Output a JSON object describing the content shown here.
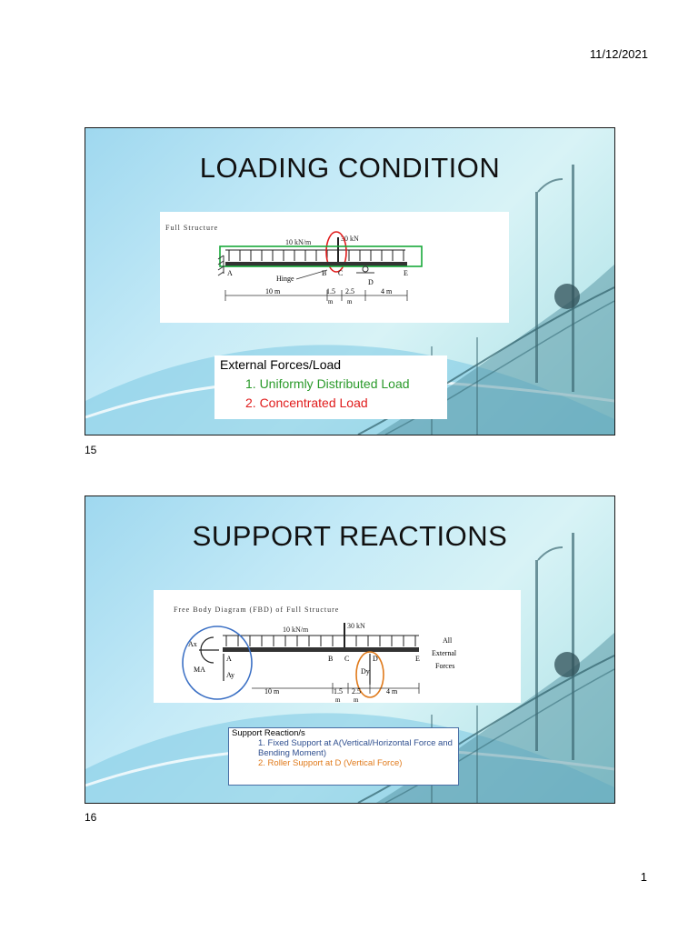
{
  "page": {
    "date": "11/12/2021",
    "number": "1"
  },
  "slides": [
    {
      "number": "15",
      "title": "LOADING CONDITION",
      "figure": {
        "caption": "Full Structure",
        "load_label": "10 kN/m",
        "point_load": "30 kN",
        "hinge_label": "Hinge",
        "points": [
          "A",
          "B",
          "C",
          "D",
          "E"
        ],
        "dims": [
          "10 m",
          "1.5",
          "2.5",
          "4 m"
        ],
        "dim_units": [
          "m",
          "m"
        ]
      },
      "text": {
        "heading": "External Forces/Load",
        "items": [
          "1. Uniformly Distributed Load",
          "2. Concentrated Load"
        ]
      },
      "colors": {
        "item1": "#2a9a2a",
        "item2": "#e01b1b",
        "udl_box": "#18a83a",
        "circle": "#e01b1b"
      }
    },
    {
      "number": "16",
      "title": "SUPPORT REACTIONS",
      "figure": {
        "caption": "Free Body Diagram (FBD) of Full Structure",
        "load_label": "10 kN/m",
        "point_load": "30 kN",
        "points": [
          "A",
          "B",
          "C",
          "D",
          "E"
        ],
        "reactions": [
          "Ax",
          "MA",
          "Ay",
          "Dy"
        ],
        "side_note": [
          "All",
          "External",
          "Forces"
        ],
        "dims": [
          "10 m",
          "1.5",
          "2.5",
          "4 m"
        ],
        "dim_units": [
          "m",
          "m"
        ]
      },
      "text": {
        "heading": "Support Reaction/s",
        "items": [
          "1. Fixed Support at A(Vertical/Horizontal Force and Bending Moment)",
          "2. Roller Support at D (Vertical Force)"
        ]
      },
      "colors": {
        "item1": "#2f4f8f",
        "item2": "#e07a1b",
        "circle_a": "#3a6fc4",
        "circle_d": "#e07a1b"
      }
    }
  ]
}
